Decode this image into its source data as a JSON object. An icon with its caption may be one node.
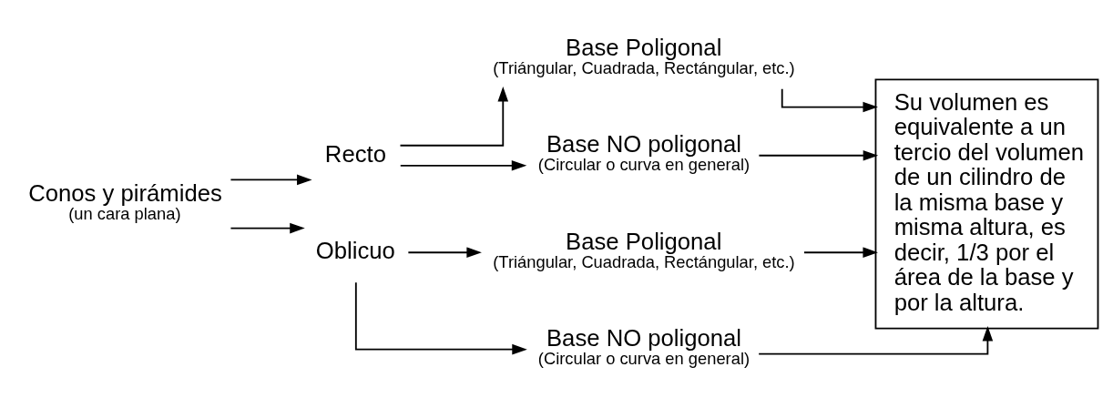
{
  "diagram": {
    "nodes": [
      {
        "text": [
          "Conos y pirámides",
          "(un cara plana)"
        ]
      },
      {
        "text": [
          "Recto"
        ]
      },
      {
        "text": [
          "Oblicuo"
        ]
      },
      {
        "text": [
          "Base Poligonal",
          "(Triángular, Cuadrada, Rectángular, etc.)"
        ]
      },
      {
        "text": [
          "Base NO poligonal",
          "(Circular o curva en general)"
        ]
      },
      {
        "text": [
          "Base Poligonal",
          "(Triángular, Cuadrada, Rectángular, etc.)"
        ]
      },
      {
        "text": [
          "Base NO poligonal",
          "(Circular o curva en general)"
        ]
      },
      {
        "text": [
          "Su volumen es equivalente a un tercio del volumen de un cilindro de la misma base y misma altura, es decir, 1/3 por el área de la base y por la altura."
        ]
      }
    ],
    "edges": [
      {
        "from": 0,
        "to": 1,
        "arrow": "to"
      },
      {
        "from": 0,
        "to": 2,
        "arrow": "to"
      },
      {
        "from": 1,
        "to": 3,
        "arrow": "to"
      },
      {
        "from": 1,
        "to": 4,
        "arrow": "to"
      },
      {
        "from": 2,
        "to": 5,
        "arrow": "to"
      },
      {
        "from": 2,
        "to": 6,
        "arrow": "to"
      },
      {
        "from": 3,
        "to": 7,
        "arrow": "to"
      },
      {
        "from": 4,
        "to": 7,
        "arrow": "to"
      },
      {
        "from": 5,
        "to": 7,
        "arrow": "to"
      },
      {
        "from": 6,
        "to": 7,
        "arrow": "to"
      }
    ]
  }
}
